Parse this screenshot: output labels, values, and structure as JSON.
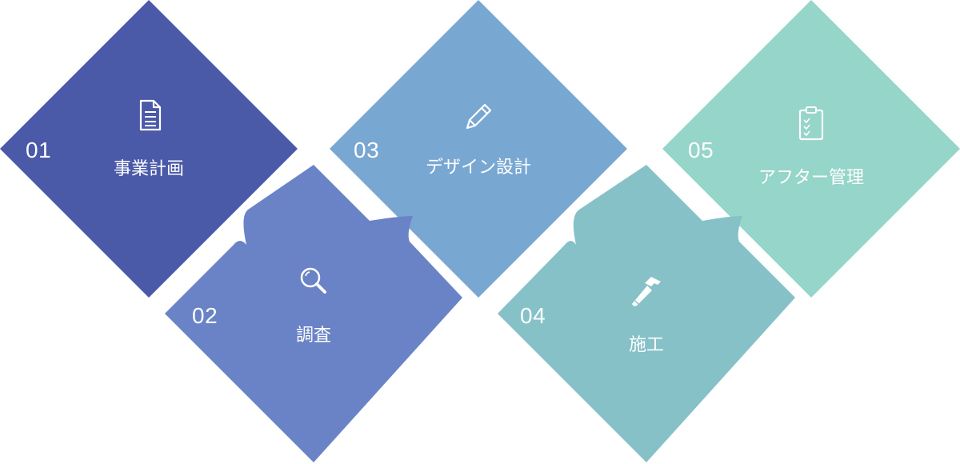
{
  "colors": {
    "step1": "#4a59a8",
    "step2": "#6a83c6",
    "step3": "#78a7d2",
    "step4": "#86c1c8",
    "step5": "#96d5c9",
    "text": "#ffffff"
  },
  "steps": [
    {
      "number": "01",
      "label": "事業計画",
      "icon": "document-icon"
    },
    {
      "number": "02",
      "label": "調査",
      "icon": "magnifier-icon"
    },
    {
      "number": "03",
      "label": "デザイン設計",
      "icon": "pencil-icon"
    },
    {
      "number": "04",
      "label": "施工",
      "icon": "hammer-icon"
    },
    {
      "number": "05",
      "label": "アフター管理",
      "icon": "clipboard-icon"
    }
  ]
}
